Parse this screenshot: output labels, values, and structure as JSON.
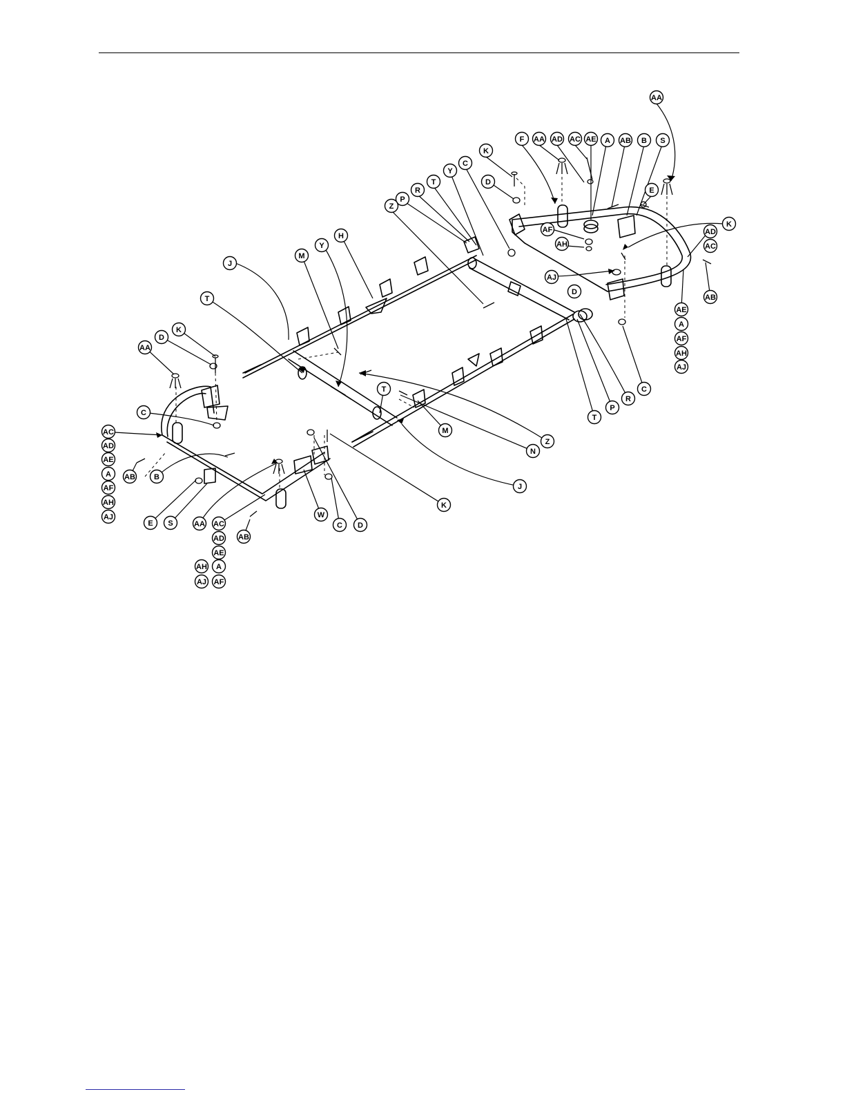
{
  "figure": {
    "callouts": [
      {
        "id": "c1",
        "text": "AA"
      },
      {
        "id": "c2",
        "text": "F"
      },
      {
        "id": "c3",
        "text": "AA"
      },
      {
        "id": "c4",
        "text": "AD"
      },
      {
        "id": "c5",
        "text": "AC"
      },
      {
        "id": "c6",
        "text": "AE"
      },
      {
        "id": "c7",
        "text": "A"
      },
      {
        "id": "c8",
        "text": "AB"
      },
      {
        "id": "c9",
        "text": "B"
      },
      {
        "id": "c10",
        "text": "S"
      },
      {
        "id": "c11",
        "text": "K"
      },
      {
        "id": "c12",
        "text": "C"
      },
      {
        "id": "c13",
        "text": "Y"
      },
      {
        "id": "c14",
        "text": "T"
      },
      {
        "id": "c15",
        "text": "R"
      },
      {
        "id": "c16",
        "text": "P"
      },
      {
        "id": "c17",
        "text": "Z"
      },
      {
        "id": "c18",
        "text": "D"
      },
      {
        "id": "c19",
        "text": "E"
      },
      {
        "id": "c20",
        "text": "AF"
      },
      {
        "id": "c21",
        "text": "AH"
      },
      {
        "id": "c22",
        "text": "AJ"
      },
      {
        "id": "c23",
        "text": "K"
      },
      {
        "id": "c24",
        "text": "AD"
      },
      {
        "id": "c25",
        "text": "AC"
      },
      {
        "id": "c26",
        "text": "D"
      },
      {
        "id": "c27",
        "text": "AE"
      },
      {
        "id": "c28",
        "text": "A"
      },
      {
        "id": "c29",
        "text": "AF"
      },
      {
        "id": "c30",
        "text": "AH"
      },
      {
        "id": "c31",
        "text": "AJ"
      },
      {
        "id": "c32",
        "text": "AB"
      },
      {
        "id": "c33",
        "text": "C"
      },
      {
        "id": "c34",
        "text": "R"
      },
      {
        "id": "c35",
        "text": "P"
      },
      {
        "id": "c36",
        "text": "T"
      },
      {
        "id": "c37",
        "text": "H"
      },
      {
        "id": "c38",
        "text": "Y"
      },
      {
        "id": "c39",
        "text": "M"
      },
      {
        "id": "c40",
        "text": "J"
      },
      {
        "id": "c41",
        "text": "T"
      },
      {
        "id": "c42",
        "text": "T"
      },
      {
        "id": "c43",
        "text": "M"
      },
      {
        "id": "c44",
        "text": "Z"
      },
      {
        "id": "c45",
        "text": "N"
      },
      {
        "id": "c46",
        "text": "J"
      },
      {
        "id": "c47",
        "text": "K"
      },
      {
        "id": "c48",
        "text": "D"
      },
      {
        "id": "c49",
        "text": "C"
      },
      {
        "id": "c50",
        "text": "W"
      },
      {
        "id": "c51",
        "text": "AA"
      },
      {
        "id": "c52",
        "text": "AC"
      },
      {
        "id": "c53",
        "text": "AD"
      },
      {
        "id": "c54",
        "text": "AE"
      },
      {
        "id": "c55",
        "text": "AH"
      },
      {
        "id": "c56",
        "text": "A"
      },
      {
        "id": "c57",
        "text": "AJ"
      },
      {
        "id": "c58",
        "text": "AF"
      },
      {
        "id": "c59",
        "text": "AB"
      },
      {
        "id": "c60",
        "text": "E"
      },
      {
        "id": "c61",
        "text": "S"
      },
      {
        "id": "c62",
        "text": "B"
      },
      {
        "id": "c63",
        "text": "AB"
      },
      {
        "id": "c64",
        "text": "C"
      },
      {
        "id": "c65",
        "text": "AA"
      },
      {
        "id": "c66",
        "text": "D"
      },
      {
        "id": "c67",
        "text": "K"
      },
      {
        "id": "c68",
        "text": "AC"
      },
      {
        "id": "c69",
        "text": "AD"
      },
      {
        "id": "c70",
        "text": "AE"
      },
      {
        "id": "c71",
        "text": "A"
      },
      {
        "id": "c72",
        "text": "AF"
      },
      {
        "id": "c73",
        "text": "AH"
      },
      {
        "id": "c74",
        "text": "AJ"
      }
    ]
  }
}
